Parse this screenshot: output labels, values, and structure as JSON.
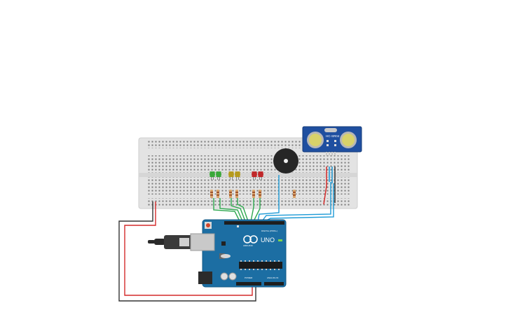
{
  "circuit": {
    "board": {
      "brand_text": "UNO",
      "sub_text": "ARDUINO",
      "digital_label": "DIGITAL (PWM~)",
      "power_label": "POWER",
      "analog_label": "ANALOG IN"
    },
    "sensor": {
      "model_text": "HC-SR04"
    },
    "leds": [
      {
        "color": "#3aa83a"
      },
      {
        "color": "#3aa83a"
      },
      {
        "color": "#b59a1e"
      },
      {
        "color": "#b59a1e"
      },
      {
        "color": "#c0282a"
      },
      {
        "color": "#c0282a"
      }
    ],
    "wire_colors": {
      "green": "#2fa84f",
      "blue": "#1c9ad6",
      "red": "#d42a2a",
      "black": "#333333"
    }
  }
}
